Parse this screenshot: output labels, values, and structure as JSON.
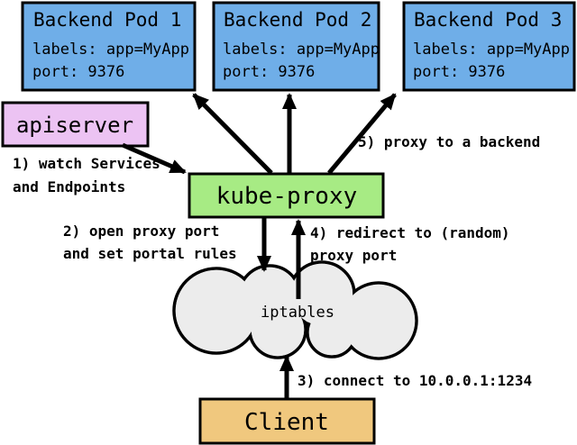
{
  "diagram": {
    "pods": [
      {
        "title": "Backend Pod 1",
        "labels_line": "labels: app=MyApp",
        "port_line": "port: 9376"
      },
      {
        "title": "Backend Pod 2",
        "labels_line": "labels: app=MyApp",
        "port_line": "port: 9376"
      },
      {
        "title": "Backend Pod 3",
        "labels_line": "labels: app=MyApp",
        "port_line": "port: 9376"
      }
    ],
    "apiserver_label": "apiserver",
    "kube_proxy_label": "kube-proxy",
    "iptables_label": "iptables",
    "client_label": "Client",
    "annotations": {
      "step1_line1": "1) watch Services",
      "step1_line2": "and Endpoints",
      "step2_line1": "2) open proxy port",
      "step2_line2": "and set portal rules",
      "step3": "3) connect to 10.0.0.1:1234",
      "step4_line1": "4) redirect to (random)",
      "step4_line2": "proxy port",
      "step5": "5) proxy to a backend"
    },
    "colors": {
      "pod_fill": "#6FAEE8",
      "apiserver_fill": "#ECC3F3",
      "kube_proxy_fill": "#A7EB84",
      "client_fill": "#F0C87E",
      "cloud_fill": "#ECECEC",
      "outline": "#000000",
      "background": "#FFFFFF"
    }
  }
}
